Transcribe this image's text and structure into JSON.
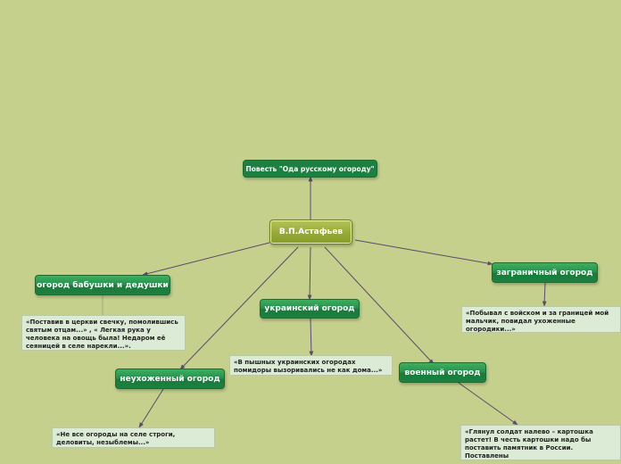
{
  "diagram": {
    "center": "В.П.Астафьев",
    "story": "Повесть \"Ода русскому огороду\"",
    "branches": {
      "grandparents": "огород бабушки и дедушки",
      "ukrainian": "украинский огород",
      "abroad": "заграничный огород",
      "neglected": "неухоженный огород",
      "military": "военный огород"
    },
    "notes": {
      "grandparents": "«Поставив в церкви свечку, помолившись\nсвятым отцам...» , « Легкая рука у\nчеловека на овощь была! Недаром её\nсеяницей в селе нарекли...».",
      "ukrainian": "«В пышных украинских огородах\nпомидоры вызоривались не как дома...»",
      "abroad": "«Побывал с войском и за границей мой\nмальчик, повидал ухоженные\nогородики...»",
      "neglected": "«Не все огороды на селе строги,\nделовиты, незыблемы...»",
      "military": "«Глянул солдат налево – картошка\nрастет! В честь картошки надо бы\nпоставить памятник в России. Поставлены\nже памятники гусям, спасшим Рим»."
    }
  },
  "colors": {
    "background": "#c5d08c",
    "node": "#1c8040",
    "center": "#98ab38",
    "note": "#dcebd6",
    "edge": "#5a4a6e"
  }
}
